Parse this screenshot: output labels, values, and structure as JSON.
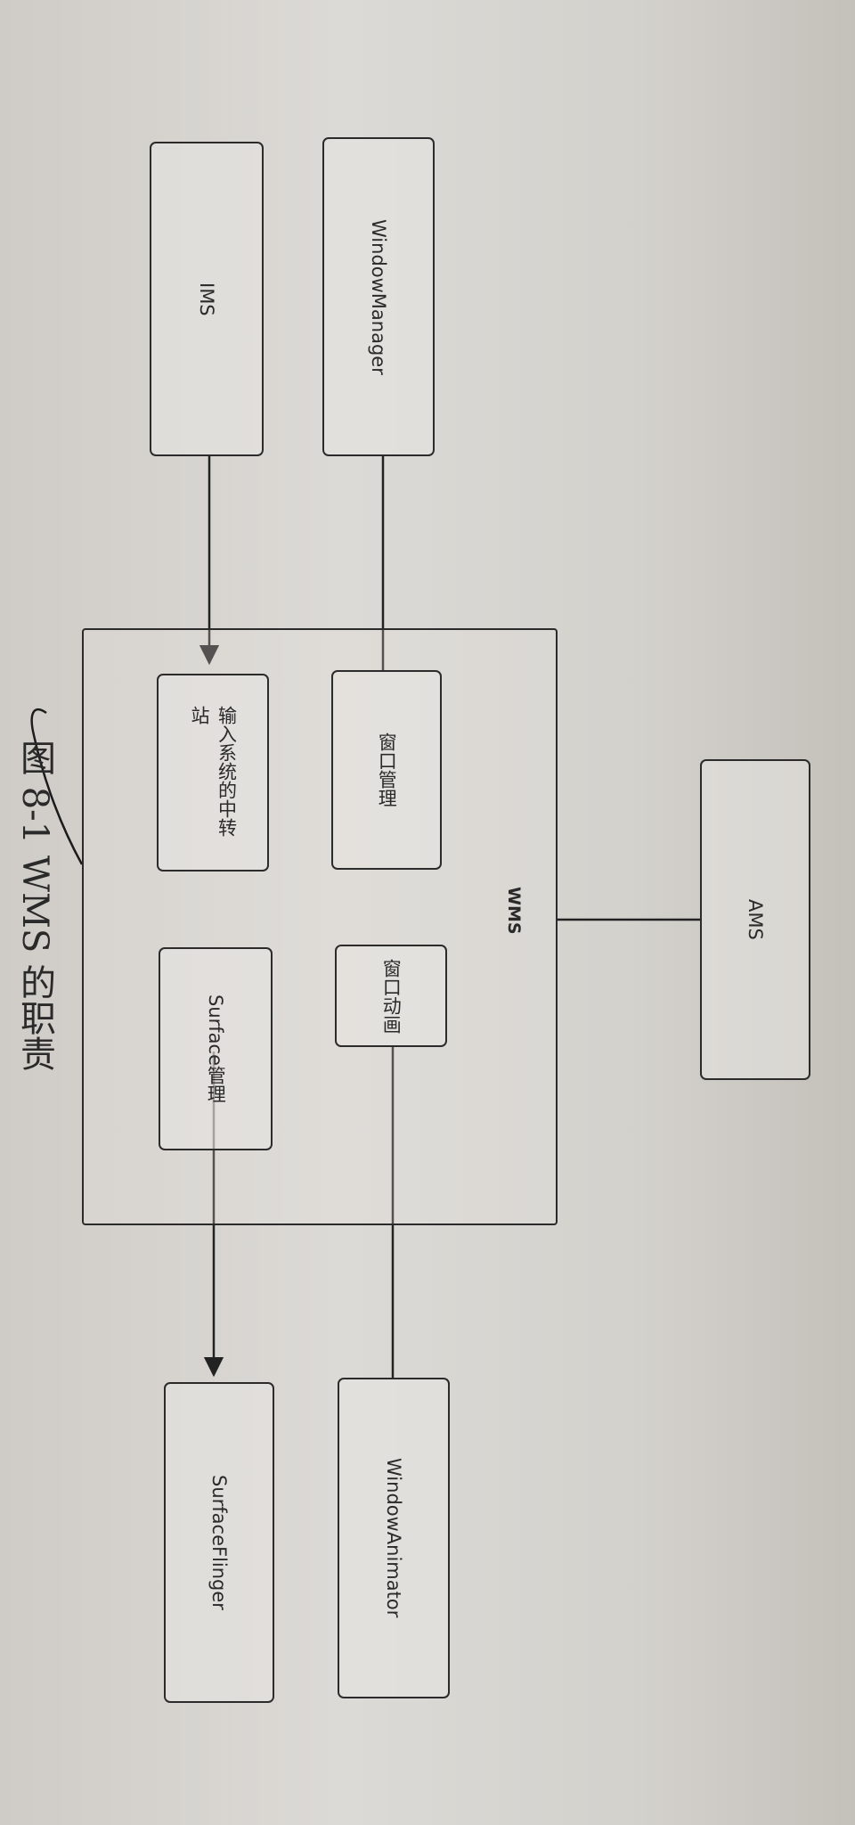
{
  "diagram": {
    "nodes": {
      "window_manager": "WindowManager",
      "ims": "IMS",
      "ams": "AMS",
      "wms": "WMS",
      "window_management": "窗口管理",
      "input_relay": "输入系统的中转站",
      "window_animation": "窗口动画",
      "surface_management": "Surface管理",
      "window_animator": "WindowAnimator",
      "surface_flinger": "SurfaceFlinger"
    },
    "caption": "图 8-1   WMS 的职责",
    "edges": [
      {
        "from": "WindowManager",
        "to": "窗口管理",
        "arrow": false
      },
      {
        "from": "IMS",
        "to": "输入系统的中转站",
        "arrow": true
      },
      {
        "from": "AMS",
        "to": "WMS",
        "arrow": false
      },
      {
        "from": "窗口动画",
        "to": "WindowAnimator",
        "arrow": false
      },
      {
        "from": "Surface管理",
        "to": "SurfaceFlinger",
        "arrow": true
      }
    ]
  }
}
